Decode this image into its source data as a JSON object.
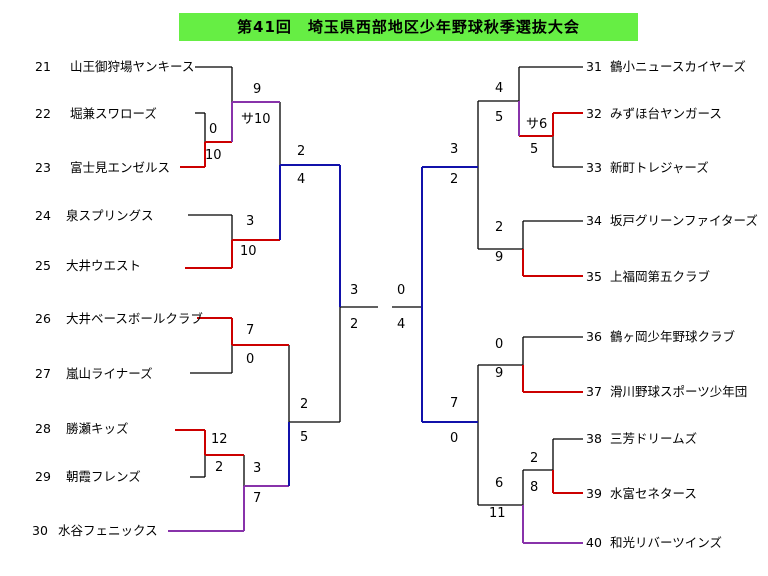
{
  "title": "第41回　埼玉県西部地区少年野球秋季選抜大会",
  "teams": [
    {
      "num": "21",
      "name": "山王御狩場ヤンキース"
    },
    {
      "num": "22",
      "name": "堀兼スワローズ"
    },
    {
      "num": "23",
      "name": "富士見エンゼルス"
    },
    {
      "num": "24",
      "name": "泉スプリングス"
    },
    {
      "num": "25",
      "name": "大井ウエスト"
    },
    {
      "num": "26",
      "name": "大井ベースボールクラブ"
    },
    {
      "num": "27",
      "name": "嵐山ライナーズ"
    },
    {
      "num": "28",
      "name": "勝瀬キッズ"
    },
    {
      "num": "29",
      "name": "朝霞フレンズ"
    },
    {
      "num": "30",
      "name": "水谷フェニックス"
    },
    {
      "num": "31",
      "name": "鶴小ニュースカイヤーズ"
    },
    {
      "num": "32",
      "name": "みずほ台ヤンガース"
    },
    {
      "num": "33",
      "name": "新町トレジャーズ"
    },
    {
      "num": "34",
      "name": "坂戸グリーンファイターズ"
    },
    {
      "num": "35",
      "name": "上福岡第五クラブ"
    },
    {
      "num": "36",
      "name": "鶴ヶ岡少年野球クラブ"
    },
    {
      "num": "37",
      "name": "滑川野球スポーツ少年団"
    },
    {
      "num": "38",
      "name": "三芳ドリームズ"
    },
    {
      "num": "39",
      "name": "水富セネタース"
    },
    {
      "num": "40",
      "name": "和光リバーツインズ"
    }
  ],
  "scores": {
    "m22_23_top": "0",
    "m22_23_bot": "10",
    "m21_s_top": "9",
    "m21_s_bot": "サ10",
    "m24_25_top": "3",
    "m24_25_bot": "10",
    "qfL1_top": "2",
    "qfL1_bot": "4",
    "m26_27_top": "7",
    "m26_27_bot": "0",
    "m28_29_top": "12",
    "m28_29_bot": "2",
    "m30_s_top": "3",
    "m30_s_bot": "7",
    "qfL2_top": "2",
    "qfL2_bot": "5",
    "sfL_top": "3",
    "sfL_bot": "2",
    "final_left": "0",
    "final_right": "4",
    "m31_s_top": "4",
    "m31_s_bot": "5",
    "m32_33_top": "サ6",
    "m32_33_bot": "5",
    "qfR1_top": "3",
    "qfR1_bot": "2",
    "m34_35_top": "2",
    "m34_35_bot": "9",
    "sfR_top": "7",
    "sfR_bot": "0",
    "m36_37_top": "0",
    "m36_37_bot": "9",
    "m38_39_top": "2",
    "m38_39_bot": "8",
    "m40_s_top": "6",
    "m40_s_bot": "11"
  },
  "colors": {
    "title_bg": "#66ee44",
    "line_black": "#000000",
    "line_red": "#cc0000",
    "line_purple": "#8833aa",
    "line_blue": "#1111aa"
  }
}
